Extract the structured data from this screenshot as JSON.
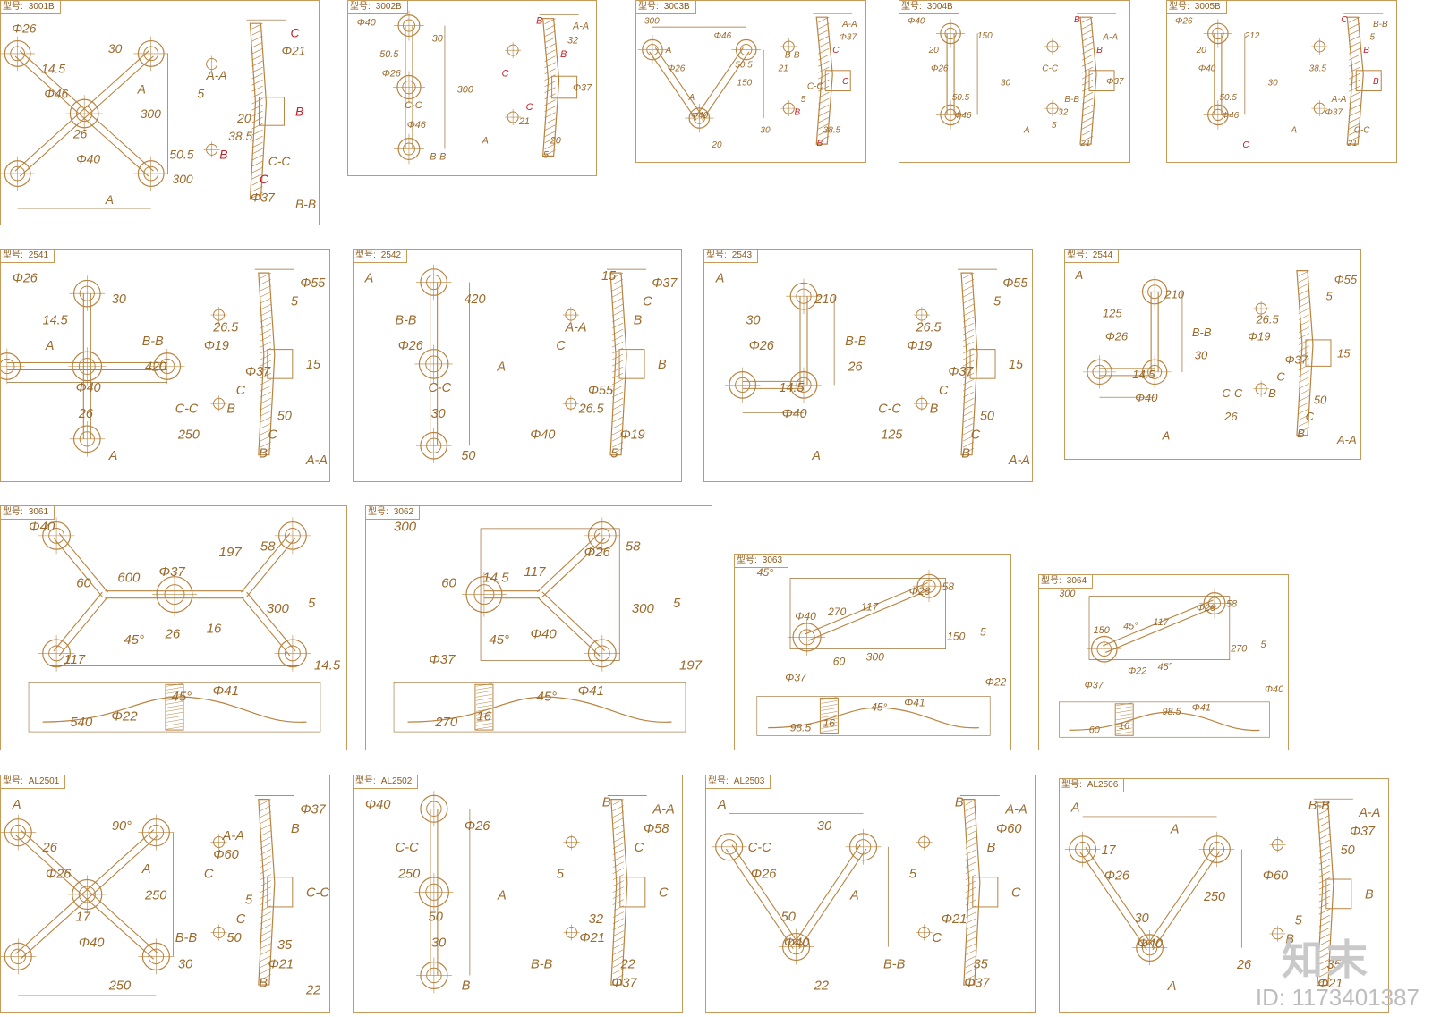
{
  "model_prefix": "型号:",
  "panels": [
    {
      "id": "3001B",
      "code": "3001B",
      "labels": [
        "Φ26",
        "Φ46",
        "Φ40",
        "30",
        "300",
        "300",
        "14.5",
        "26",
        "A",
        "A",
        "50.5",
        "B",
        "B",
        "Φ37",
        "Φ21",
        "5",
        "38.5",
        "C",
        "C",
        "A-A",
        "20",
        "C-C",
        "B-B"
      ]
    },
    {
      "id": "3002B",
      "code": "3002B",
      "labels": [
        "Φ40",
        "Φ26",
        "Φ46",
        "30",
        "300",
        "A",
        "50.5",
        "C-C",
        "B-B",
        "B",
        "B",
        "Φ37",
        "21",
        "5",
        "32",
        "C",
        "C",
        "20",
        "A-A"
      ]
    },
    {
      "id": "3003B",
      "code": "3003B",
      "labels": [
        "300",
        "Φ26",
        "Φ40",
        "Φ46",
        "150",
        "30",
        "A",
        "A",
        "20",
        "50.5",
        "C",
        "C",
        "B",
        "B",
        "Φ37",
        "21",
        "5",
        "38.5",
        "A-A",
        "B-B",
        "C-C"
      ]
    },
    {
      "id": "3004B",
      "code": "3004B",
      "labels": [
        "Φ40",
        "Φ26",
        "Φ46",
        "150",
        "30",
        "A",
        "20",
        "50.5",
        "5",
        "B",
        "B",
        "Φ37",
        "32",
        "21",
        "A-A",
        "C-C",
        "B-B"
      ]
    },
    {
      "id": "3005B",
      "code": "3005B",
      "labels": [
        "Φ26",
        "Φ40",
        "Φ46",
        "212",
        "30",
        "A",
        "20",
        "50.5",
        "C",
        "C",
        "B",
        "B",
        "Φ37",
        "21",
        "5",
        "38.5",
        "A-A",
        "C-C",
        "B-B"
      ]
    },
    {
      "id": "2541",
      "code": "2541",
      "labels": [
        "Φ26",
        "A",
        "26",
        "30",
        "420",
        "250",
        "14.5",
        "Φ40",
        "A",
        "B-B",
        "C-C",
        "15",
        "B",
        "B",
        "5",
        "Φ19",
        "C",
        "C",
        "Φ55",
        "26.5",
        "Φ37",
        "50",
        "A-A"
      ]
    },
    {
      "id": "2542",
      "code": "2542",
      "labels": [
        "A",
        "Φ26",
        "30",
        "420",
        "A",
        "Φ40",
        "B-B",
        "C-C",
        "50",
        "15",
        "B",
        "B",
        "26.5",
        "5",
        "C",
        "C",
        "Φ55",
        "Φ19",
        "Φ37",
        "A-A"
      ]
    },
    {
      "id": "2543",
      "code": "2543",
      "labels": [
        "A",
        "Φ26",
        "Φ40",
        "210",
        "26",
        "125",
        "30",
        "14.5",
        "A",
        "B-B",
        "C-C",
        "15",
        "B",
        "B",
        "5",
        "Φ19",
        "C",
        "C",
        "Φ55",
        "26.5",
        "Φ37",
        "50",
        "A-A"
      ]
    },
    {
      "id": "2544",
      "code": "2544",
      "labels": [
        "A",
        "Φ26",
        "Φ40",
        "210",
        "30",
        "26",
        "125",
        "14.5",
        "A",
        "B-B",
        "C-C",
        "15",
        "B",
        "B",
        "5",
        "Φ19",
        "C",
        "C",
        "Φ55",
        "26.5",
        "Φ37",
        "50",
        "A-A"
      ]
    },
    {
      "id": "3061",
      "code": "3061",
      "labels": [
        "Φ40",
        "60",
        "45°",
        "45°",
        "197",
        "300",
        "14.5",
        "540",
        "600",
        "26",
        "Φ41",
        "58",
        "5",
        "117",
        "Φ22",
        "Φ37",
        "16"
      ]
    },
    {
      "id": "3062",
      "code": "3062",
      "labels": [
        "300",
        "60",
        "45°",
        "45°",
        "Φ26",
        "300",
        "197",
        "270",
        "14.5",
        "Φ40",
        "Φ41",
        "58",
        "5",
        "Φ37",
        "16",
        "117"
      ]
    },
    {
      "id": "3063",
      "code": "3063",
      "labels": [
        "45°",
        "Φ40",
        "60",
        "45°",
        "Φ26",
        "150",
        "Φ22",
        "98.5",
        "270",
        "300",
        "Φ41",
        "58",
        "5",
        "Φ37",
        "16",
        "117"
      ]
    },
    {
      "id": "3064",
      "code": "3064",
      "labels": [
        "300",
        "150",
        "Φ22",
        "98.5",
        "Φ26",
        "270",
        "Φ40",
        "60",
        "45°",
        "45°",
        "Φ41",
        "58",
        "5",
        "Φ37",
        "16",
        "117"
      ]
    },
    {
      "id": "AL2501",
      "code": "AL2501",
      "labels": [
        "A",
        "Φ26",
        "Φ40",
        "90°",
        "250",
        "30",
        "26",
        "17",
        "250",
        "A",
        "B-B",
        "C-C",
        "50",
        "B",
        "B",
        "C",
        "C",
        "Φ21",
        "Φ37",
        "Φ60",
        "5",
        "35",
        "22",
        "A-A"
      ]
    },
    {
      "id": "AL2502",
      "code": "AL2502",
      "labels": [
        "Φ40",
        "250",
        "30",
        "Φ26",
        "A",
        "B-B",
        "C-C",
        "50",
        "B",
        "B",
        "C",
        "C",
        "Φ21",
        "Φ37",
        "Φ58",
        "5",
        "32",
        "22",
        "A-A"
      ]
    },
    {
      "id": "AL2503",
      "code": "AL2503",
      "labels": [
        "A",
        "Φ26",
        "Φ40",
        "30",
        "A",
        "B-B",
        "C-C",
        "50",
        "22",
        "B",
        "B",
        "C",
        "C",
        "Φ37",
        "Φ60",
        "5",
        "Φ21",
        "35",
        "A-A"
      ]
    },
    {
      "id": "AL2506",
      "code": "AL2506",
      "labels": [
        "A",
        "Φ26",
        "Φ40",
        "A",
        "250",
        "26",
        "17",
        "30",
        "A",
        "B-B",
        "50",
        "B",
        "B",
        "Φ21",
        "Φ37",
        "Φ60",
        "5",
        "35",
        "A-A"
      ]
    }
  ],
  "watermark": {
    "logo": "知末",
    "id": "ID: 1173401387"
  },
  "colors": {
    "line": "#b8833f",
    "dim": "#9a6a2c",
    "red": "#c0202a",
    "frame": "#c79a5a"
  }
}
